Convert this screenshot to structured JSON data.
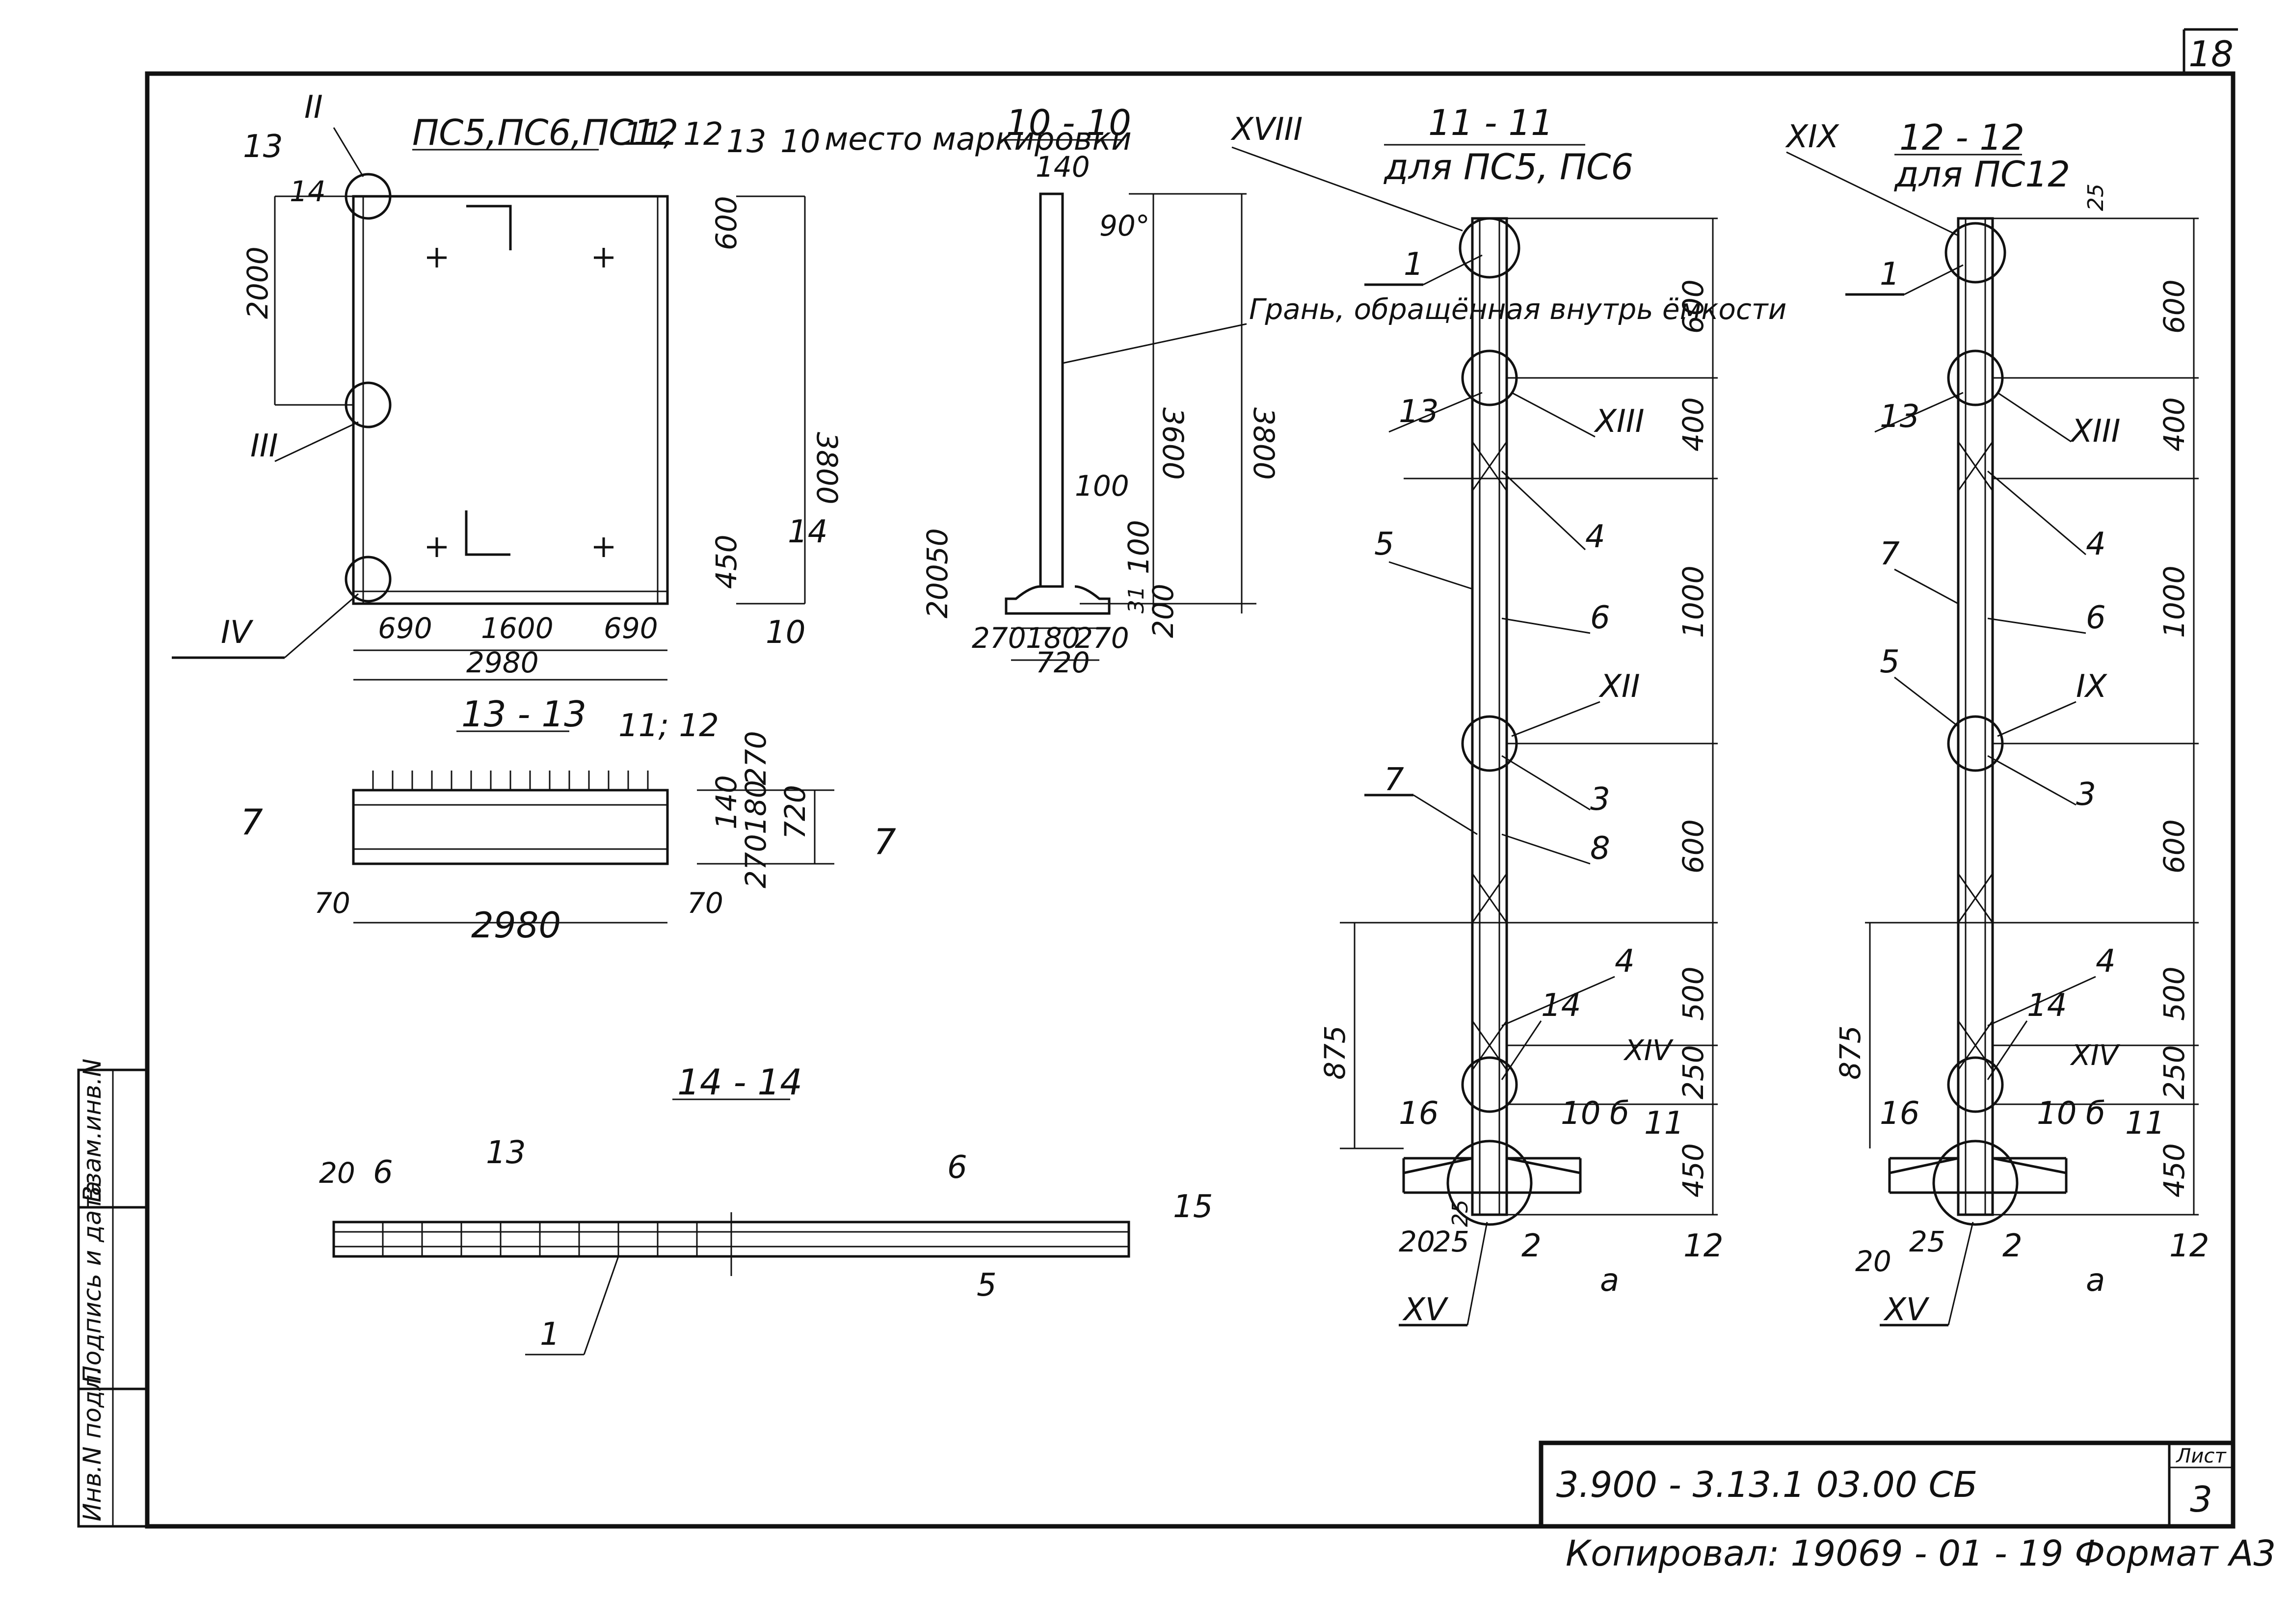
{
  "sheet": {
    "number_top": "18",
    "code": "3.900 - 3.13.1   03.00 СБ",
    "sheet_label": "Лист",
    "sheet_no": "3",
    "footer": "Копировал:   19069 - 01 - 19    Формат A3",
    "stamp_cols": [
      "Инв.N подл.",
      "Подпись и дата",
      "Взам.инв.N"
    ]
  },
  "view_front": {
    "title": "ПС5,ПС6,ПС12",
    "cut_13": "13",
    "cut_10": "10",
    "cut_11_12": "11, 12",
    "cut_14": "14",
    "cut_11_12b": "11; 12",
    "node_II": "II",
    "node_III": "III",
    "node_IV": "IV",
    "place_label": "место маркировки",
    "dims": {
      "d14": "14",
      "d2000": "2000",
      "d600": "600",
      "d3800": "3800",
      "d450": "450",
      "d690a": "690",
      "d1600": "1600",
      "d690b": "690",
      "d2980": "2980"
    }
  },
  "section_10": {
    "title": "10 - 10",
    "dims": {
      "d140": "140",
      "d90": "90°",
      "d3600": "3600",
      "d3800": "3800",
      "d100a": "100",
      "d100b": "100",
      "d50": "50",
      "d200a": "200",
      "d31": "31",
      "d200b": "200",
      "d270a": "270",
      "d180": "180",
      "d270b": "270",
      "d720": "720"
    },
    "note": "Грань, обращённая внутрь ёмкости"
  },
  "section_13": {
    "title": "13 - 13",
    "cut": "7",
    "dims": {
      "d70a": "70",
      "d70b": "70",
      "d2980": "2980",
      "d270a": "270",
      "d180": "180",
      "d140": "140",
      "d720": "720",
      "d270b": "270"
    }
  },
  "section_14": {
    "title": "14 - 14",
    "labels": {
      "p20": "20",
      "p6a": "6",
      "p13": "13",
      "p6b": "6",
      "p15": "15",
      "p5": "5",
      "p1": "1"
    }
  },
  "section_11": {
    "title": "11 - 11",
    "subtitle": "для ПС5, ПС6",
    "nodes": {
      "XVIII": "XVIII",
      "XIII": "XIII",
      "XII": "XII",
      "XIV": "XIV",
      "XV": "XV"
    },
    "positions": {
      "p1": "1",
      "p13": "13",
      "p5": "5",
      "p4a": "4",
      "p6": "6",
      "p7": "7",
      "p3": "3",
      "p8": "8",
      "p4b": "4",
      "p14": "14",
      "p16": "16",
      "p10": "10",
      "pb": "б",
      "p11": "11",
      "p2": "2",
      "p12": "12",
      "pa": "а",
      "p20": "20",
      "p25a": "25",
      "p25b": "25"
    },
    "dims": {
      "d600a": "600",
      "d400": "400",
      "d1000": "1000",
      "d600b": "600",
      "d500": "500",
      "d250": "250",
      "d450": "450",
      "d875": "875"
    }
  },
  "section_12": {
    "title": "12 - 12",
    "subtitle": "для ПС12",
    "nodes": {
      "XIX": "XIX",
      "XIII": "XIII",
      "IX": "IX",
      "XIV": "XIV",
      "XV": "XV"
    },
    "positions": {
      "p1": "1",
      "p13": "13",
      "p7": "7",
      "p4a": "4",
      "p6": "6",
      "p5": "5",
      "p3": "3",
      "p4b": "4",
      "p14": "14",
      "p16": "16",
      "p10": "10",
      "pb": "б",
      "p11": "11",
      "p2": "2",
      "p12": "12",
      "pa": "а",
      "p20": "20",
      "p25": "25"
    },
    "dims": {
      "d25": "25",
      "d600a": "600",
      "d400": "400",
      "d1000": "1000",
      "d600b": "600",
      "d500": "500",
      "d250": "250",
      "d450": "450",
      "d875": "875"
    }
  }
}
